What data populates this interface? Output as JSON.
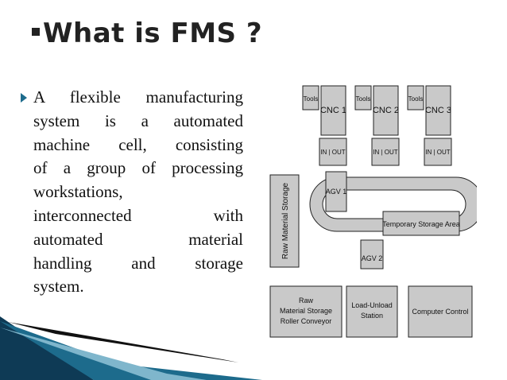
{
  "slide": {
    "title": "What is FMS ?",
    "bullet_lines": [
      "A flexible manufacturing",
      "system is a automated",
      "machine cell, consisting",
      "of a group of processing",
      "workstations,",
      "interconnected with",
      "automated material",
      "handling and storage",
      "system."
    ]
  },
  "diagram": {
    "tools_label": "Tools",
    "cnc": [
      "CNC 1",
      "CNC 2",
      "CNC 3"
    ],
    "in_out_label": "IN | OUT",
    "agv1": "AGV 1",
    "agv2": "AGV 2",
    "raw_storage_vertical": "Raw Material Storage",
    "temporary_storage": "Temporary Storage Area",
    "raw_conveyor_lines": [
      "Raw",
      "Material Storage",
      "Roller Conveyor"
    ],
    "load_unload_lines": [
      "Load-Unload",
      "Station"
    ],
    "computer_control": "Computer Control"
  },
  "colors": {
    "box_fill": "#c9c9c9",
    "accent_blue": "#1d6b8c",
    "stripe_dark": "#0e3a55"
  }
}
